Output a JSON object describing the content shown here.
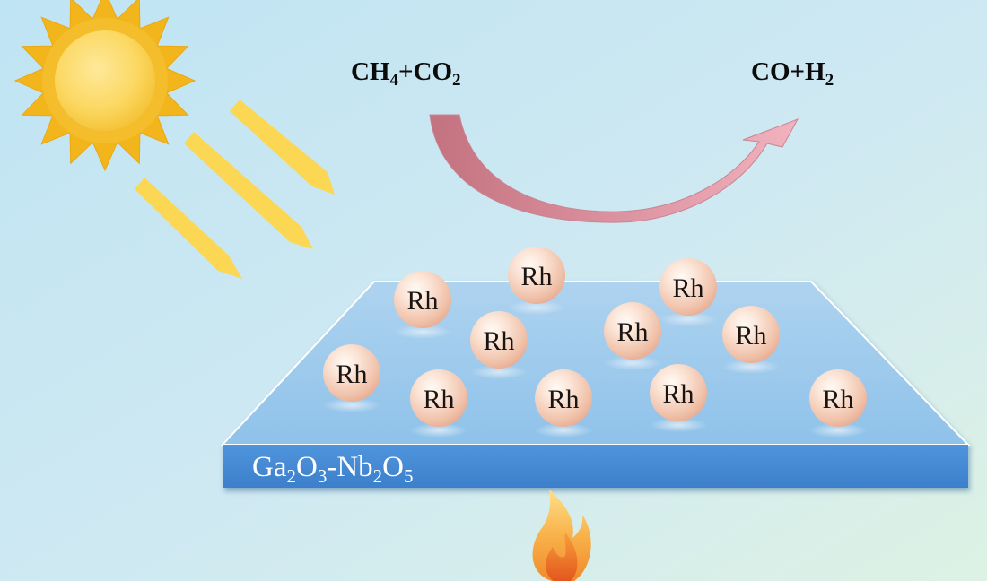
{
  "reactants": {
    "ch4_base": "CH",
    "ch4_subscript": "4",
    "plus": "+",
    "co2_base": "CO",
    "co2_subscript": "2"
  },
  "products": {
    "co": "CO",
    "plus": "+",
    "h2_base": "H",
    "h2_subscript": "2"
  },
  "support": {
    "ga": "Ga",
    "ga_subscript": "2",
    "o1": "O",
    "o1_subscript": "3",
    "dash": "-",
    "nb": "Nb",
    "nb_subscript": "2",
    "o2": "O",
    "o2_subscript": "5"
  },
  "particle_label": "Rh",
  "particle_count": 11,
  "icons": {
    "sun": "sun-icon",
    "light_rays": "light-ray-icon",
    "flame": "flame-icon",
    "reaction_arrow": "curved-arrow-icon"
  },
  "colors": {
    "sun_outer": "#f2b51b",
    "sun_inner": "#fddd73",
    "ray": "#fcd753",
    "arrow": "#dc9aa5",
    "plate_top": "#9fcaeb",
    "plate_front": "#4a8fdb",
    "particle": "#f6d0bd",
    "flame": "#f3802c"
  }
}
